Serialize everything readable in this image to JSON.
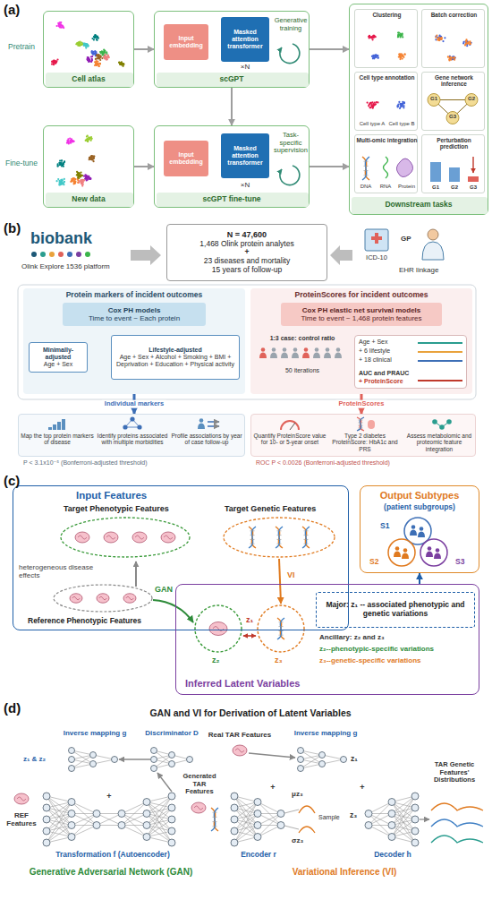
{
  "diagram": {
    "nodes": [
      {
        "text": [
          "Cell atlas"
        ]
      },
      {
        "text": [
          "scGPT",
          "×N",
          "Generative training"
        ]
      },
      {
        "text": [
          "Input embedding"
        ],
        "in": 1
      },
      {
        "text": [
          "Masked attention transformer"
        ],
        "in": 1
      },
      {
        "text": [
          "Downstream tasks"
        ]
      },
      {
        "text": [
          "Clustering"
        ],
        "in": 4
      },
      {
        "text": [
          "Batch correction"
        ],
        "in": 4
      },
      {
        "text": [
          "Cell type annotation",
          "Cell type A",
          "Cell type B"
        ],
        "in": 4
      },
      {
        "text": [
          "Gene network inference",
          "G1",
          "G2",
          "G3"
        ],
        "in": 4
      },
      {
        "text": [
          "Multi-omic integration",
          "DNA",
          "RNA",
          "Protein"
        ],
        "in": 4
      },
      {
        "text": [
          "Perturbation prediction",
          "G1",
          "G2",
          "G3"
        ],
        "in": 4
      },
      {
        "text": [
          "New data"
        ]
      },
      {
        "text": [
          "scGPT fine-tune",
          "×N",
          "Task-specific supervision"
        ]
      },
      {
        "text": [
          "Input embedding"
        ],
        "in": 12
      },
      {
        "text": [
          "Masked attention transformer"
        ],
        "in": 12
      },
      {
        "text": [
          "N = 47,600",
          "1,468 Olink protein analytes",
          "+",
          "23 diseases and mortality",
          "15 years of follow-up"
        ]
      },
      {
        "text": [
          "Protein markers of incident outcomes"
        ]
      },
      {
        "text": [
          "Cox PH models",
          "Time to event ~ Each protein"
        ],
        "in": 16
      },
      {
        "text": [
          "Minimally-adjusted",
          "Age + Sex"
        ],
        "in": 16
      },
      {
        "text": [
          "Lifestyle-adjusted",
          "Age + Sex + Alcohol + Smoking + BMI + Deprivation + Education + Physical activity"
        ],
        "in": 16
      },
      {
        "text": [
          "ProteinScores for incident outcomes",
          "1:3 case: control ratio",
          "50 iterations"
        ]
      },
      {
        "text": [
          "Cox PH elastic net survival models",
          "Time to event ~ 1,468 protein features"
        ],
        "in": 20
      },
      {
        "text": [
          "Age + Sex",
          "+ 6 lifestyle",
          "+ 18 clinical",
          "AUC and PRAUC",
          "+ ProteinScore"
        ],
        "in": 20
      },
      {
        "text": [
          "Map the top protein markers of disease",
          "Identify proteins associated with multiple morbidities",
          "Profile associations by year of case follow-up"
        ]
      },
      {
        "text": [
          "Quantify ProteinScore value for 10- or 5-year onset",
          "Type 2 diabetes ProteinScore: HbA1c and PRS",
          "Assess metabolomic and proteomic feature integration"
        ]
      },
      {
        "text": [
          "Input Features",
          "Target Phenotypic Features",
          "Target Genetic Features",
          "heterogeneous disease effects",
          "Reference Phenotypic Features",
          "GAN",
          "VI"
        ]
      },
      {
        "text": [
          "Output Subtypes",
          "(patient subgroups)",
          "S1",
          "S2",
          "S3"
        ]
      },
      {
        "text": [
          "Inferred Latent Variables",
          "z₂",
          "z₁",
          "z₃",
          "Ancillary: z₂ and z₃",
          "z₂--phenotypic-specific variations",
          "z₃--genetic-specific variations"
        ]
      },
      {
        "text": [
          "Major: z₁ -- associated phenotypic and genetic variations"
        ],
        "in": 27
      }
    ],
    "edges": [
      {
        "from": 0,
        "to": 1,
        "arrow": "to"
      },
      {
        "from": 2,
        "to": 3,
        "arrow": "to"
      },
      {
        "from": 1,
        "to": 4,
        "arrow": "to"
      },
      {
        "from": 1,
        "to": 12,
        "arrow": "to"
      },
      {
        "from": 11,
        "to": 12,
        "arrow": "to"
      },
      {
        "from": 13,
        "to": 14,
        "arrow": "to"
      },
      {
        "from": 12,
        "to": 4,
        "arrow": "to"
      },
      {
        "from": 18,
        "to": 19,
        "arrow": "to"
      },
      {
        "from": 16,
        "to": 23,
        "label": "Individual markers",
        "arrow": "to"
      },
      {
        "from": 20,
        "to": 24,
        "label": "ProteinScores",
        "arrow": "to"
      },
      {
        "from": 27,
        "to": 26,
        "arrow": "to"
      }
    ],
    "labels": [
      "(a)",
      "Pretrain",
      "Fine-tune",
      "(b)",
      "biobank",
      "Olink Explore 1536 platform",
      "GP",
      "ICD-10",
      "EHR linkage",
      "P < 3.1x10⁻⁵ (Bonferroni-adjusted threshold)",
      "ROC P < 0.0026 (Bonferroni-adjusted threshold)",
      "(c)",
      "(d)",
      "GAN and VI for Derivation of Latent Variables",
      "z₁ & z₂",
      "Inverse mapping g",
      "Discriminator D",
      "REF Features",
      "+",
      "Generated TAR Features",
      "Transformation f (Autoencoder)",
      "Generative Adversarial Network (GAN)",
      "Real TAR Features",
      "Inverse mapping g",
      "z₁",
      "+",
      "μz₃",
      "σz₃",
      "Sample",
      "z₃",
      "+",
      "TAR Genetic Features' Distributions",
      "Encoder r",
      "Decoder h",
      "Variational Inference (VI)"
    ]
  }
}
